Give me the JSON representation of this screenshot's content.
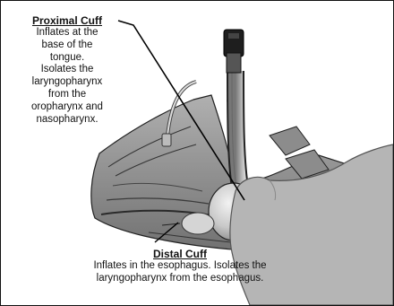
{
  "proximal_cuff": {
    "title": "Proximal Cuff",
    "description": "Inflates at the\nbase of the\ntongue.\nIsolates the\nlaryngopharynx\nfrom the\noropharynx and\nnasopharynx."
  },
  "distal_cuff": {
    "title": "Distal Cuff",
    "description": "Inflates in the esophagus.  Isolates the\nlaryngopharynx from the esophagus."
  },
  "colors": {
    "outline": "#111111",
    "hand": "#b5b5b5",
    "tissue": "#9a9a9a",
    "tissue_dark": "#555555",
    "cuff": "#cfcfcf"
  }
}
